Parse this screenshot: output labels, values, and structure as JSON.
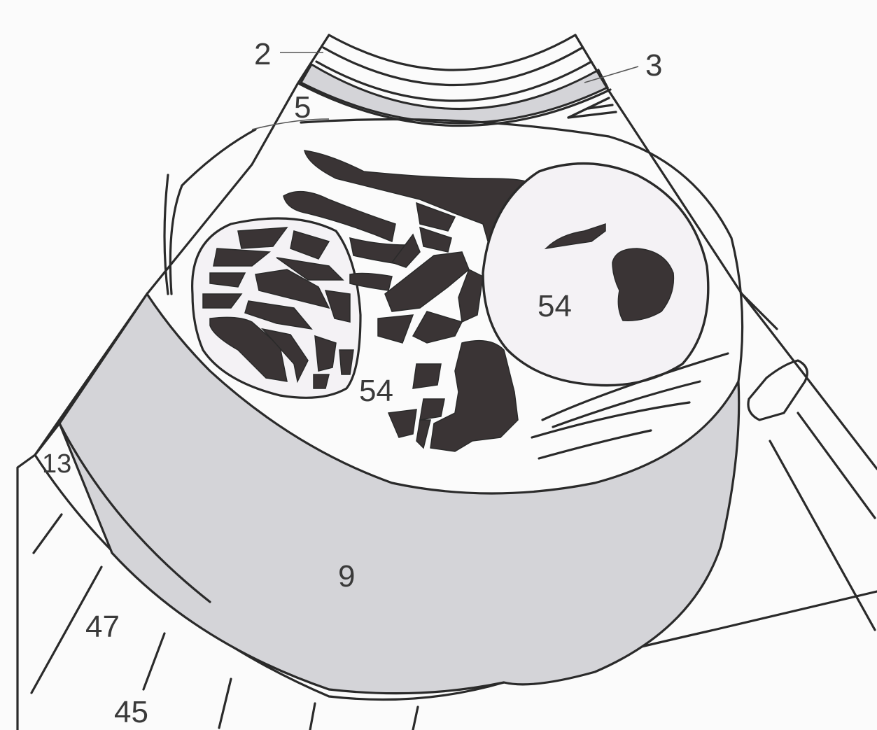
{
  "diagram": {
    "labels": {
      "l2": "2",
      "l3": "3",
      "l5": "5",
      "l9": "9",
      "l13": "13",
      "l45": "45",
      "l47": "47",
      "l54a": "54",
      "l54b": "54"
    },
    "colors": {
      "background": "#fbfbfb",
      "outline": "#2a2a2a",
      "shaded_layer": "#d4d4d8",
      "dark_region": "#3a3435",
      "light_fill": "#f4f2f5"
    }
  }
}
